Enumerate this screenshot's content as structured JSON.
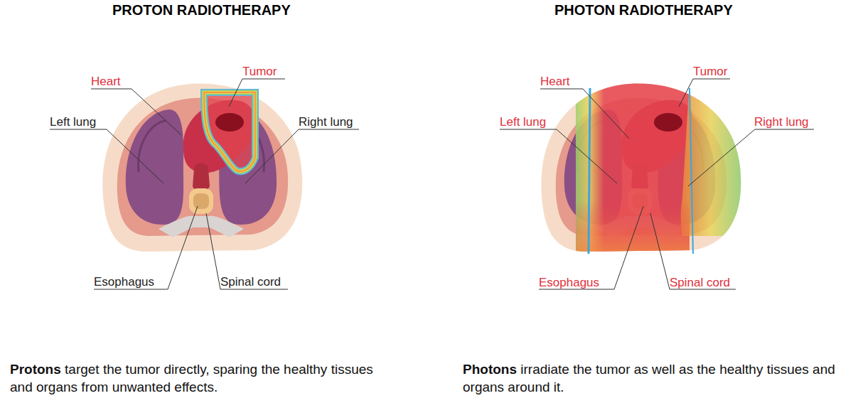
{
  "diagram": {
    "labels": [
      "PROTON RADIOTHERAPY",
      "PHOTON RADIOTHERAPY",
      "Heart",
      "Tumor",
      "Left lung",
      "Right lung",
      "Esophagus",
      "Spinal cord",
      "Heart",
      "Tumor",
      "Left lung",
      "Right lung",
      "Esophagus",
      "Spinal cord",
      "Protons",
      "target the tumor directly, sparing the healthy tissues and organs from unwanted effects.",
      "Photons",
      "irradiate the tumor as well as the healthy tissues and organs around it."
    ]
  }
}
